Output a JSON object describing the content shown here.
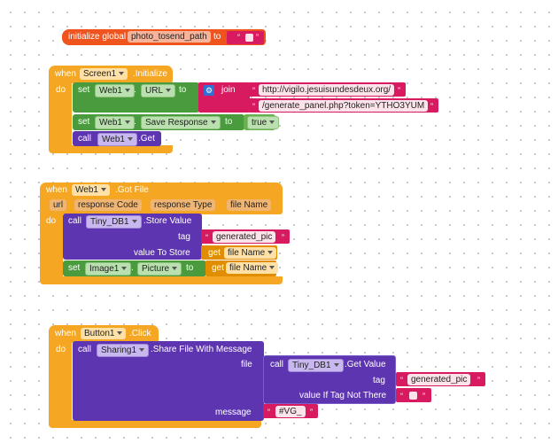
{
  "init_global": {
    "label": "initialize global",
    "name": "photo_tosend_path",
    "to": "to"
  },
  "screen_init": {
    "when": "when",
    "component": "Screen1",
    "event": ".Initialize",
    "do": "do",
    "set1": {
      "set": "set",
      "component": "Web1",
      "prop": "URL",
      "to": "to",
      "join": "join",
      "str1": "http://vigilo.jesuisundesdeux.org/",
      "str2": "/generate_panel.php?token=YTHO3YUM"
    },
    "set2": {
      "set": "set",
      "component": "Web1",
      "prop": "Save Response",
      "to": "to",
      "value": "true"
    },
    "call": {
      "call": "call",
      "component": "Web1",
      "method": ".Get"
    }
  },
  "web_gotfile": {
    "when": "when",
    "component": "Web1",
    "event": ".Got File",
    "params": [
      "url",
      "response Code",
      "response Type",
      "file Name"
    ],
    "do": "do",
    "call": {
      "call": "call",
      "component": "Tiny_DB1",
      "method": ".Store Value",
      "tag_label": "tag",
      "tag_value": "generated_pic",
      "value_label": "value To Store",
      "get": "get",
      "get_var": "file Name"
    },
    "set": {
      "set": "set",
      "component": "Image1",
      "prop": "Picture",
      "to": "to",
      "get": "get",
      "get_var": "file Name"
    }
  },
  "button_click": {
    "when": "when",
    "component": "Button1",
    "event": ".Click",
    "do": "do",
    "call": {
      "call": "call",
      "component": "Sharing1",
      "method": ".Share File With Message",
      "file_label": "file",
      "message_label": "message",
      "message_value": "#VG_"
    },
    "inner_call": {
      "call": "call",
      "component": "Tiny_DB1",
      "method": ".Get Value",
      "tag_label": "tag",
      "tag_value": "generated_pic",
      "default_label": "value If Tag Not There"
    }
  }
}
